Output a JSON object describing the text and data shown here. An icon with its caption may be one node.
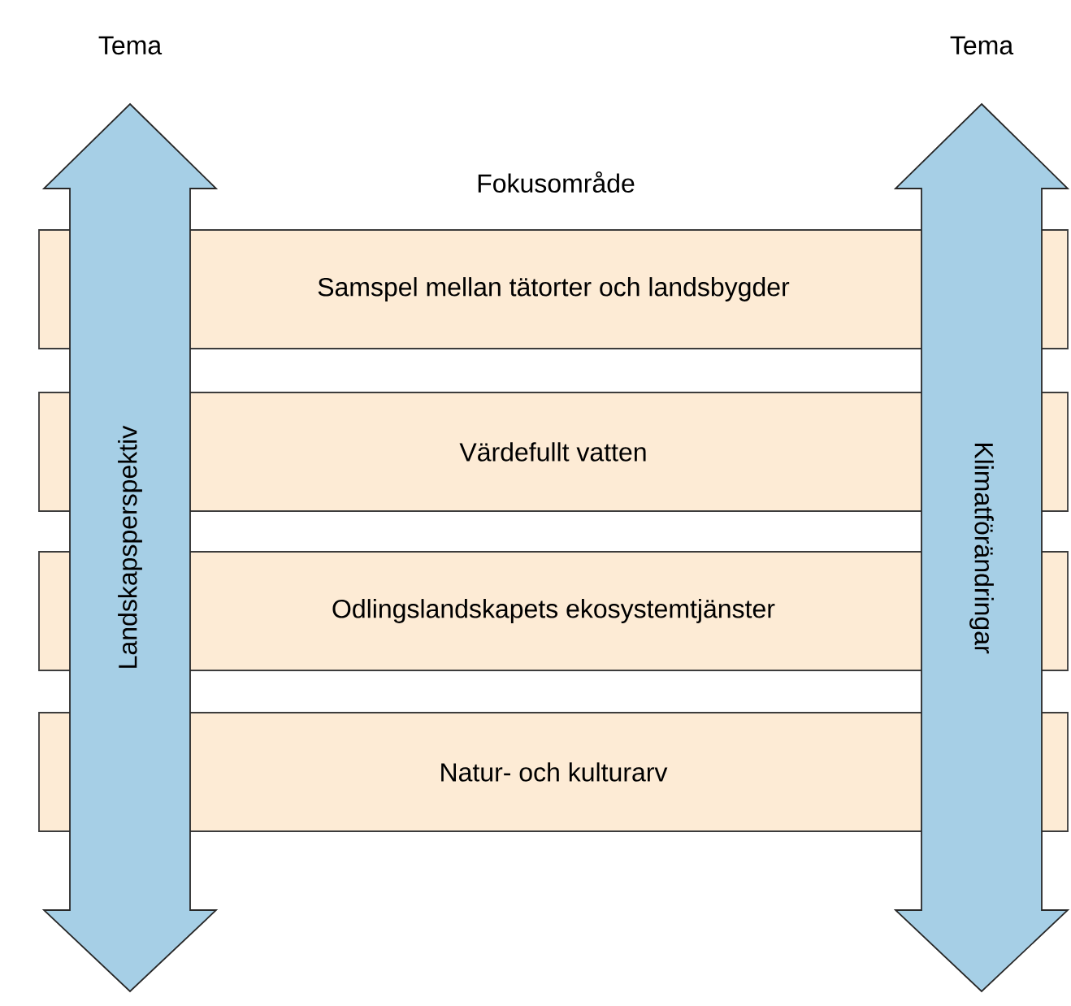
{
  "diagram": {
    "nodes": [
      {
        "text": [
          "Landskapsperspektiv"
        ]
      },
      {
        "text": [
          "Klimatförändringar"
        ]
      },
      {
        "text": [
          "Samspel mellan tätorter och landsbygder"
        ]
      },
      {
        "text": [
          "Värdefullt vatten"
        ]
      },
      {
        "text": [
          "Odlingslandskapets ekosystemtjänster"
        ]
      },
      {
        "text": [
          "Natur- och kulturarv"
        ]
      }
    ],
    "labels": [
      "Tema",
      "Tema",
      "Fokusområde"
    ]
  }
}
